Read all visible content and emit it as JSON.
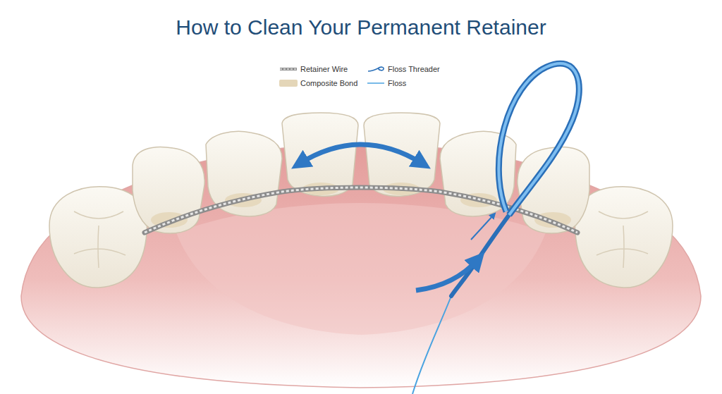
{
  "diagram": {
    "title": "How to Clean Your Permanent Retainer",
    "legend": [
      {
        "text": "Retainer Wire"
      },
      {
        "text": "Floss Threader"
      },
      {
        "text": "Composite Bond",
        "color": "#e4d6b8"
      },
      {
        "text": "Floss"
      }
    ]
  }
}
